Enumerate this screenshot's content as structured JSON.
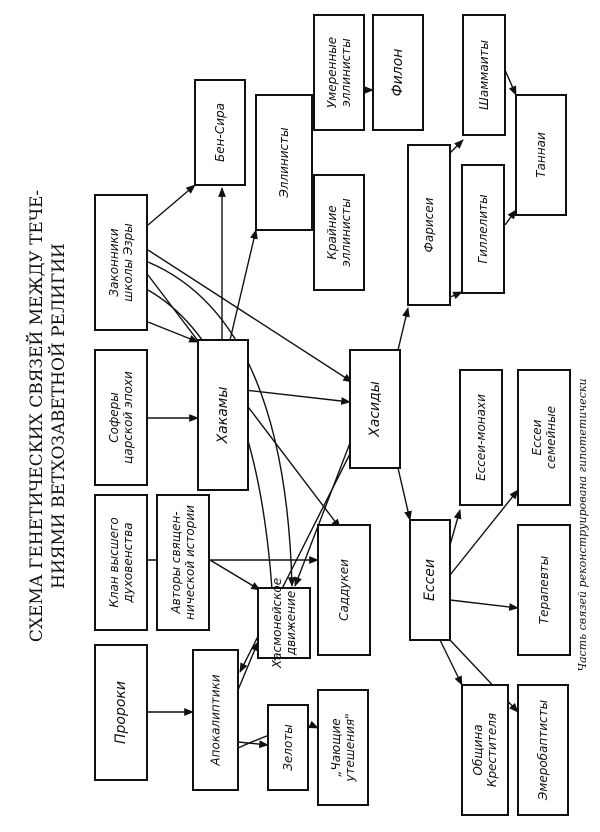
{
  "title": {
    "line1": "СХЕМА ГЕНЕТИЧЕСКИХ СВЯЗЕЙ МЕЖДУ ТЕЧЕ-",
    "line2": "НИЯМИ ВЕТХОЗАВЕТНОЙ РЕЛИГИИ"
  },
  "caption": "Часть связей реконструирована гипотетически",
  "nodes": {
    "proroki": [
      "Пророки"
    ],
    "klan": [
      "Клан высшего",
      "духовенства"
    ],
    "soferi": [
      "Соферы",
      "царской эпохи"
    ],
    "zakonniki": [
      "Законники",
      "школы Эзры"
    ],
    "avtory": [
      "Авторы священ-",
      "нической истории"
    ],
    "apokaliptiki": [
      "Апокалиптики"
    ],
    "hakamy": [
      "Хакамы"
    ],
    "ben_sira": [
      "Бен-Сира"
    ],
    "ellinisty": [
      "Эллинисты"
    ],
    "umerennye": [
      "Умеренные",
      "эллинисты"
    ],
    "filon": [
      "Филон"
    ],
    "krainie": [
      "Крайние",
      "эллинисты"
    ],
    "hasmoneiskoe": [
      "Хасмонейское",
      "движение"
    ],
    "saddukei": [
      "Саддукеи"
    ],
    "hasidy": [
      "Хасиды"
    ],
    "farisei": [
      "Фарисеи"
    ],
    "shammaity": [
      "Шаммаиты"
    ],
    "gillelity": [
      "Гиллелиты"
    ],
    "tannai": [
      "Таннаи"
    ],
    "esseni_monahi": [
      "Ессеи-монахи"
    ],
    "esseni_semeinye": [
      "Ессеи",
      "семейные"
    ],
    "esseni": [
      "Ессеи"
    ],
    "terapevty": [
      "Терапевты"
    ],
    "zeloty": [
      "Зелоты"
    ],
    "chayushchie": [
      "„Чающие",
      "утешения\""
    ],
    "obshchina": [
      "Община",
      "Крестителя"
    ],
    "emerobaptisty": [
      "Эмеробаптисты"
    ]
  }
}
